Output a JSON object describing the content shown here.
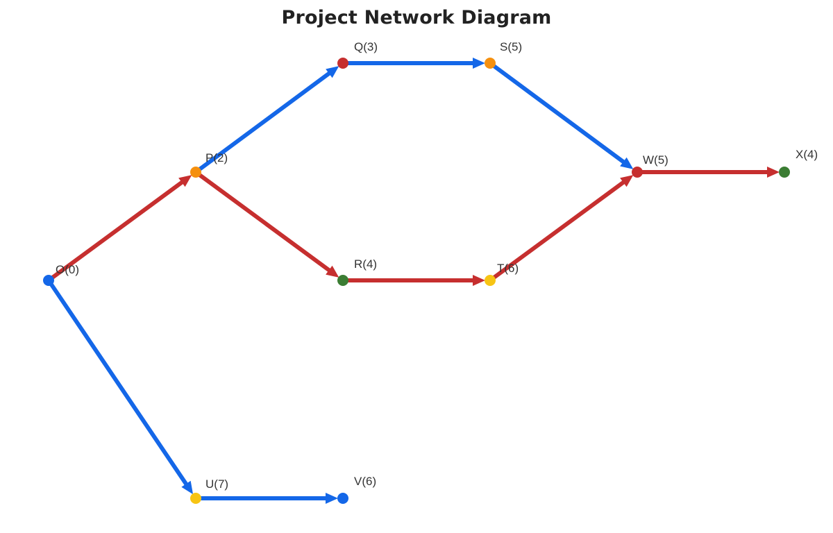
{
  "title": "Project Network Diagram",
  "colors": {
    "critical": "#c62f2f",
    "noncritical": "#1467e8",
    "node_blue": "#1467e8",
    "node_orange": "#f5900f",
    "node_red": "#c62f2f",
    "node_green": "#3b7d33",
    "node_yellow": "#f7c414"
  },
  "nodes": [
    {
      "id": "O",
      "label": "O(0)",
      "color": "node_blue"
    },
    {
      "id": "P",
      "label": "P(2)",
      "color": "node_orange"
    },
    {
      "id": "Q",
      "label": "Q(3)",
      "color": "node_red"
    },
    {
      "id": "S",
      "label": "S(5)",
      "color": "node_orange"
    },
    {
      "id": "W",
      "label": "W(5)",
      "color": "node_red"
    },
    {
      "id": "X",
      "label": "X(4)",
      "color": "node_green"
    },
    {
      "id": "R",
      "label": "R(4)",
      "color": "node_green"
    },
    {
      "id": "T",
      "label": "T(6)",
      "color": "node_yellow"
    },
    {
      "id": "U",
      "label": "U(7)",
      "color": "node_yellow"
    },
    {
      "id": "V",
      "label": "V(6)",
      "color": "node_blue"
    }
  ],
  "edges": [
    {
      "from": "O",
      "to": "P",
      "color": "critical"
    },
    {
      "from": "P",
      "to": "Q",
      "color": "noncritical"
    },
    {
      "from": "Q",
      "to": "S",
      "color": "noncritical"
    },
    {
      "from": "S",
      "to": "W",
      "color": "noncritical"
    },
    {
      "from": "P",
      "to": "R",
      "color": "critical"
    },
    {
      "from": "R",
      "to": "T",
      "color": "critical"
    },
    {
      "from": "T",
      "to": "W",
      "color": "critical"
    },
    {
      "from": "W",
      "to": "X",
      "color": "critical"
    },
    {
      "from": "O",
      "to": "U",
      "color": "noncritical"
    },
    {
      "from": "U",
      "to": "V",
      "color": "noncritical"
    }
  ]
}
